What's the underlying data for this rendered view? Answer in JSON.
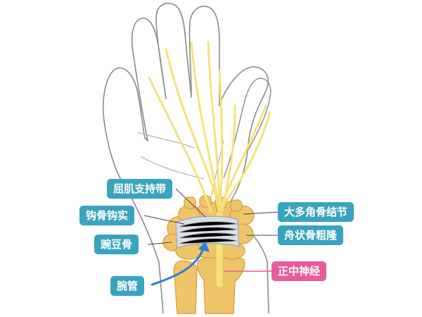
{
  "labels": {
    "flexor_retinaculum": "屈肌支持带",
    "hamate_hook": "钩骨钩实",
    "pisiform": "豌豆骨",
    "carpal_tunnel": "腕管",
    "trapezium_tubercle": "大多角骨结节",
    "scaphoid_tubercle": "舟状骨粗隆",
    "median_nerve": "正中神经"
  },
  "colors": {
    "label_teal": "#3aa3be",
    "label_pink": "#e95c9a",
    "bone": "#f0c56a",
    "bone_shade": "#d9a64a",
    "nerve": "#f6e27a",
    "ligament": "#dcdde3",
    "skin_outline": "#8a8a8a",
    "arrow": "#2f7fd3"
  }
}
